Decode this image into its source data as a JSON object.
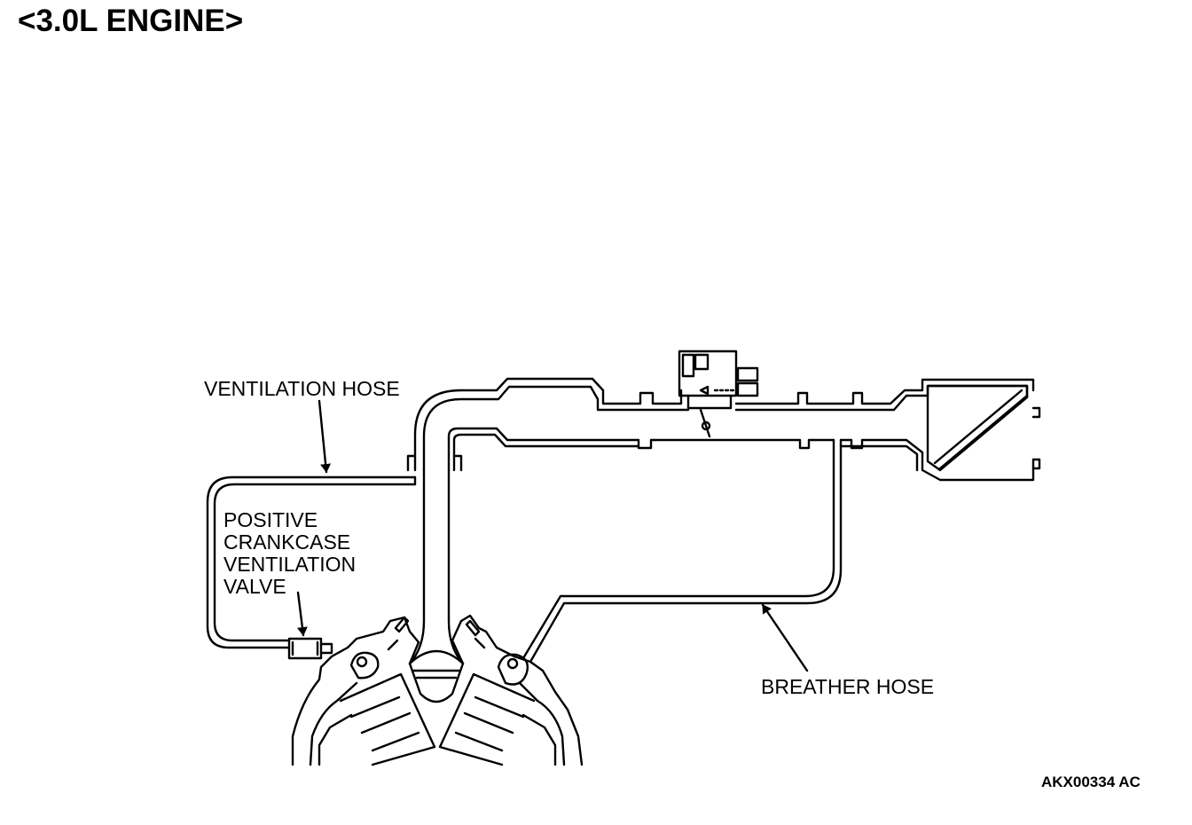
{
  "title": "<3.0L ENGINE>",
  "labels": {
    "ventilation_hose": "VENTILATION HOSE",
    "pcv_line1": "POSITIVE",
    "pcv_line2": "CRANKCASE",
    "pcv_line3": "VENTILATION",
    "pcv_line4": "VALVE",
    "breather_hose": "BREATHER HOSE"
  },
  "figure_code": "AKX00334 AC"
}
